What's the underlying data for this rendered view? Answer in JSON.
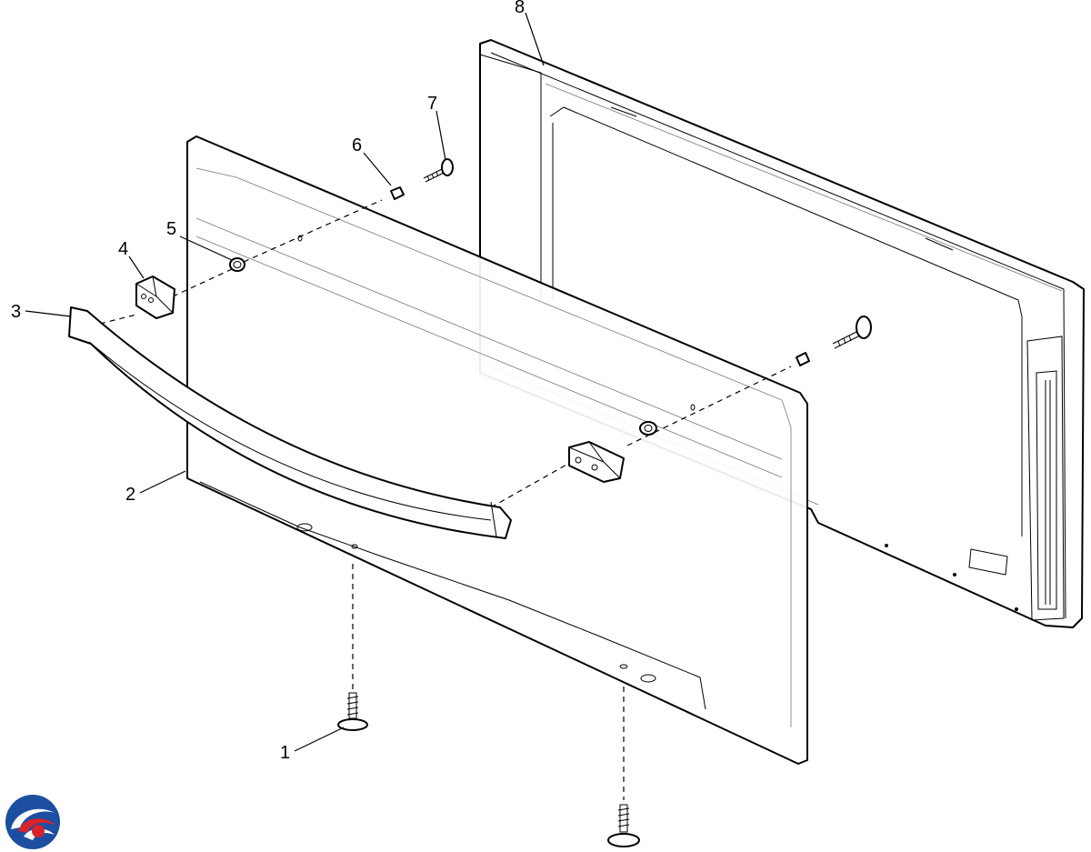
{
  "callouts": [
    {
      "id": "screw-bottom",
      "label": "1"
    },
    {
      "id": "door-outer-panel",
      "label": "2"
    },
    {
      "id": "door-handle",
      "label": "3"
    },
    {
      "id": "handle-end-cap",
      "label": "4"
    },
    {
      "id": "spacer-washer",
      "label": "5"
    },
    {
      "id": "spacer",
      "label": "6"
    },
    {
      "id": "handle-screw",
      "label": "7"
    },
    {
      "id": "door-inner-frame",
      "label": "8"
    }
  ],
  "logo": {
    "icon": "brand-swirl-icon",
    "colors": [
      "#1c4fa0",
      "#d8232a"
    ]
  }
}
